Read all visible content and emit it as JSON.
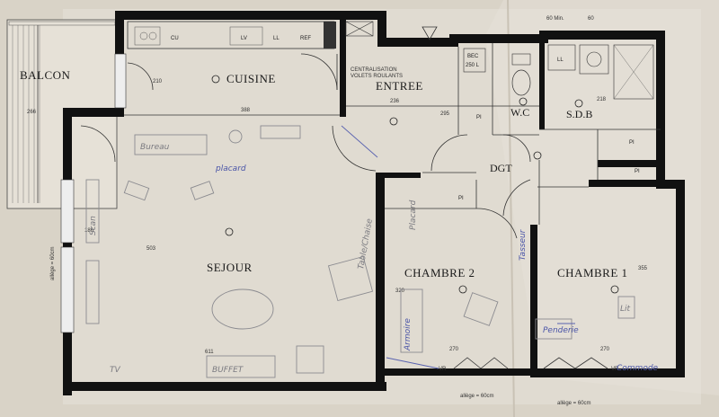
{
  "rooms": {
    "balcon": "BALCON",
    "cuisine": "CUISINE",
    "entree": "ENTREE",
    "wc": "W.C",
    "sdb": "S.D.B",
    "dgt": "DGT",
    "sejour": "SEJOUR",
    "chambre2": "CHAMBRE 2",
    "chambre1": "CHAMBRE 1"
  },
  "dimensions": {
    "cuisine_w": "388",
    "entree_w": "236",
    "entree_h": "295",
    "balcon_h": "266",
    "sejour_w": "611",
    "sejour_h": "503",
    "ch2_w": "270",
    "ch1_w": "270",
    "ch1_h": "355",
    "sdb_w": "218",
    "sdb_top_a": "60 Min.",
    "sdb_top_b": "60",
    "k_h": "210",
    "ch2_h": "320",
    "window_low": "186"
  },
  "fixtures": {
    "cu": "CU",
    "lv": "LV",
    "ll": "LL",
    "ref": "REF",
    "ll_sdb": "LL",
    "bec": "BEC",
    "bec_val": "250 L",
    "pi": "PI",
    "centralisation": "CENTRALISATION",
    "volets": "VOLETS ROULANTS",
    "allege_left": "allège = 60cm",
    "allege_ch2": "allège = 60cm",
    "allege_ch1": "allège = 60cm",
    "vr": "VR"
  },
  "annotations": {
    "bureau": "Bureau",
    "placard": "placard",
    "buffet": "BUFFET",
    "tv": "TV",
    "scan": "Scan",
    "table_chaise": "Table/Chaise",
    "placard_ch2": "Placard",
    "armoire": "Armoire",
    "tasseur": "Tasseur",
    "lit": "Lit",
    "penderie": "Penderie",
    "commode": "Commode"
  }
}
